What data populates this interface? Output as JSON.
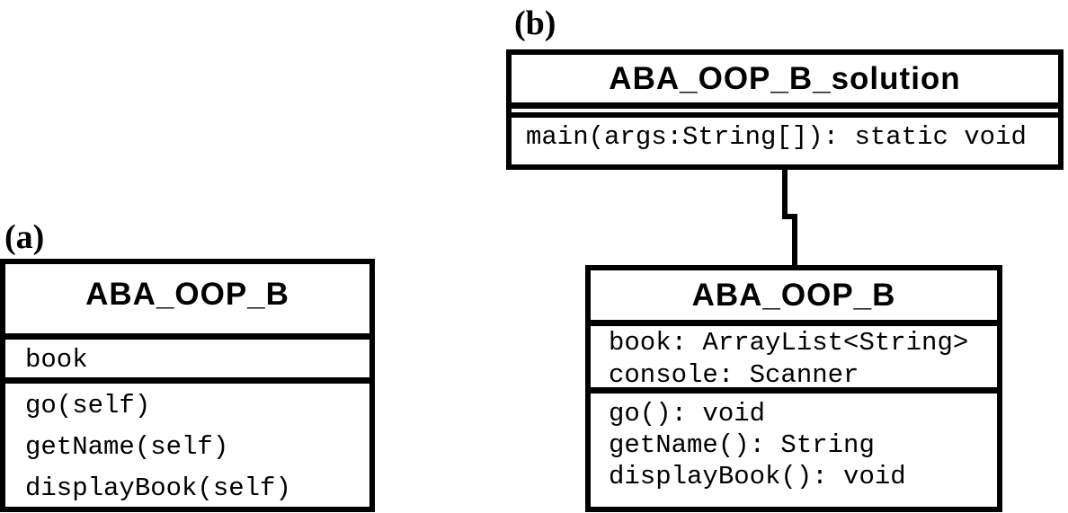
{
  "figure": {
    "label_a": "(a)",
    "label_b": "(b)",
    "colors": {
      "line": "#000000",
      "background": "#ffffff"
    }
  },
  "diagram_a": {
    "class": {
      "name": "ABA_OOP_B",
      "attributes": [
        "book"
      ],
      "methods": [
        "go(self)",
        "getName(self)",
        "displayBook(self)"
      ]
    }
  },
  "diagram_b": {
    "solution_class": {
      "name": "ABA_OOP_B_solution",
      "attributes": [],
      "methods": [
        "main(args:String[]): static void"
      ]
    },
    "main_class": {
      "name": "ABA_OOP_B",
      "attributes": [
        "book: ArrayList<String>",
        "console: Scanner"
      ],
      "methods": [
        "go(): void",
        "getName(): String",
        "displayBook(): void"
      ]
    },
    "relation": "association"
  }
}
